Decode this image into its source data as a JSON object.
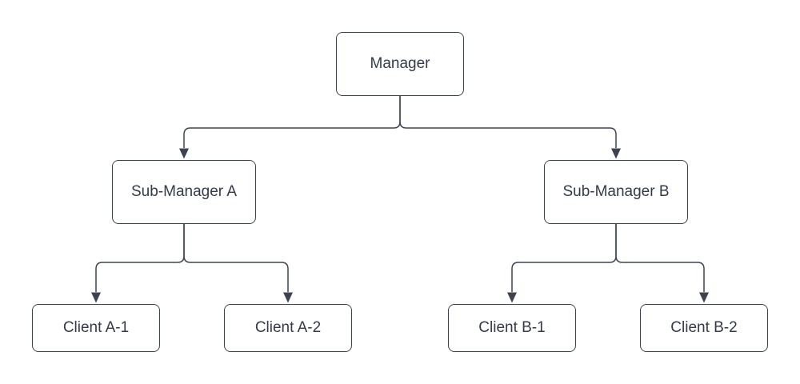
{
  "diagram": {
    "type": "org-chart",
    "nodes": {
      "manager": {
        "label": "Manager"
      },
      "sub_a": {
        "label": "Sub-Manager A"
      },
      "sub_b": {
        "label": "Sub-Manager B"
      },
      "client_a1": {
        "label": "Client A-1"
      },
      "client_a2": {
        "label": "Client A-2"
      },
      "client_b1": {
        "label": "Client B-1"
      },
      "client_b2": {
        "label": "Client B-2"
      }
    },
    "edges": [
      {
        "from": "Manager",
        "to": "Sub-Manager A"
      },
      {
        "from": "Manager",
        "to": "Sub-Manager B"
      },
      {
        "from": "Sub-Manager A",
        "to": "Client A-1"
      },
      {
        "from": "Sub-Manager A",
        "to": "Client A-2"
      },
      {
        "from": "Sub-Manager B",
        "to": "Client B-1"
      },
      {
        "from": "Sub-Manager B",
        "to": "Client B-2"
      }
    ],
    "colors": {
      "background": "#ffffff",
      "node_fill": "#ffffff",
      "node_border": "#3c4454",
      "edge": "#3c4454",
      "text": "#333b4a"
    }
  }
}
